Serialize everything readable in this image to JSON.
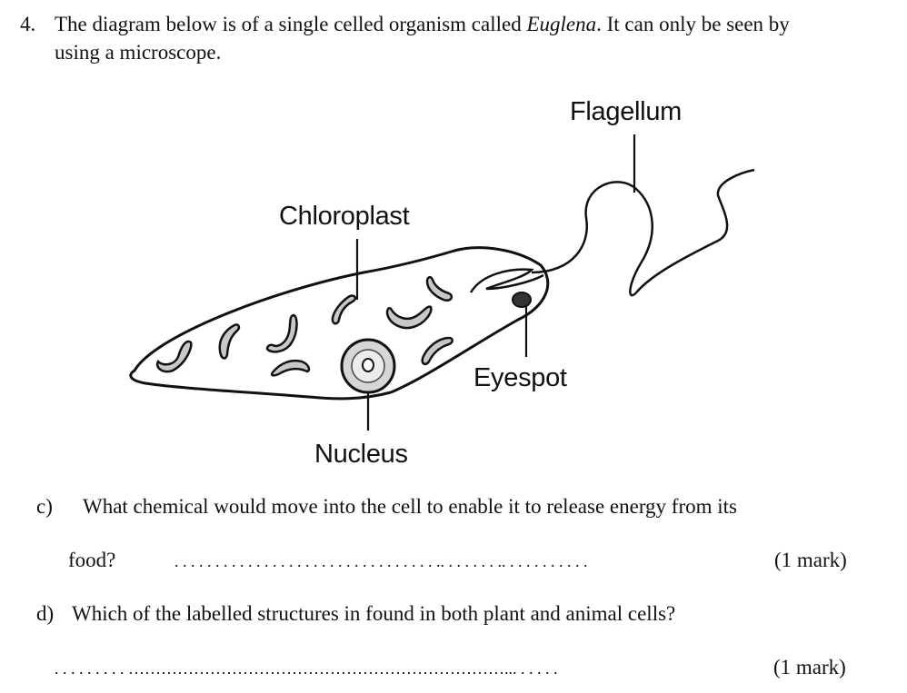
{
  "question": {
    "number": "4.",
    "intro_before": "The diagram below is of a single celled organism called ",
    "organism": "Euglena",
    "intro_after": ". It can only be seen by",
    "intro_line2": "using a microscope."
  },
  "diagram": {
    "labels": {
      "flagellum": "Flagellum",
      "chloroplast": "Chloroplast",
      "eyespot": "Eyespot",
      "nucleus": "Nucleus"
    }
  },
  "part_c": {
    "letter": "c)",
    "text_line1": "What chemical would move into the cell to enable it to release energy from its",
    "text_line2": "food?",
    "answer_dots": ". . . . . . . . . . . . . . . . . . . . . . . . . . . . . . . . .. . . . . . . .. . . . . . . . . . .",
    "marks": "(1 mark)"
  },
  "part_d": {
    "letter": "d)",
    "text": "Which of the labelled structures in found in both plant and animal cells?",
    "answer_dots": ". . . . . . . . . ……………………………………………………………... . . . . .",
    "marks": "(1 mark)"
  }
}
